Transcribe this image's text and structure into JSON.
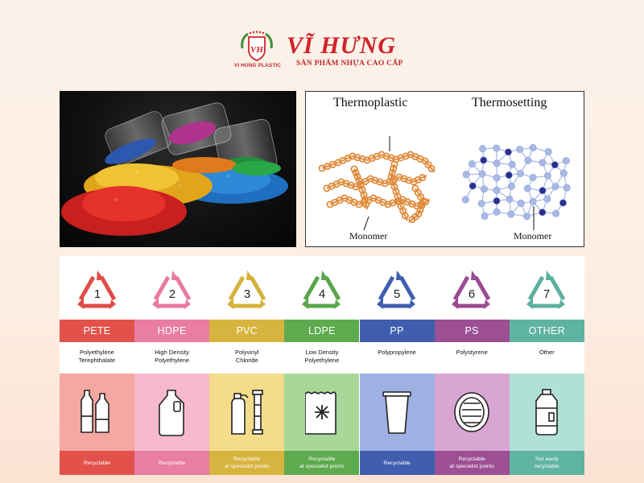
{
  "header": {
    "brand": "VĨ HƯNG",
    "tagline": "SẢN PHẨM NHỰA CAO CẤP",
    "logo_caption": "VI HUNG PLASTIC",
    "logo_monogram": "VH",
    "brand_color": "#d2232a"
  },
  "photo": {
    "icon": "plastic-pellets-photo"
  },
  "diagram": {
    "left_title": "Thermoplastic",
    "right_title": "Thermosetting",
    "left_label": "Monomer",
    "right_label": "Monomer",
    "thermoplastic_color": "#e08a3a",
    "thermosetting_color": "#a9b9e6",
    "crosslink_color": "#2b2f8f"
  },
  "codes": [
    {
      "number": "1",
      "code": "PETE",
      "name_line1": "Polyethylene",
      "name_line2": "Terephthalate",
      "status_line1": "Recyclable",
      "status_line2": "",
      "symbol_color": "#e04c46",
      "bar_color": "#e2524a",
      "illus_bg": "#f6a7a1",
      "status_bg": "#e2524a",
      "icon": "bottles-icon"
    },
    {
      "number": "2",
      "code": "HDPE",
      "name_line1": "High Density",
      "name_line2": "Polyethylene",
      "status_line1": "Recyclable",
      "status_line2": "",
      "symbol_color": "#e87aa0",
      "bar_color": "#e97da4",
      "illus_bg": "#f6b9cf",
      "status_bg": "#e97da4",
      "icon": "jug-icon"
    },
    {
      "number": "3",
      "code": "PVC",
      "name_line1": "Polyvinyl",
      "name_line2": "Chloride",
      "status_line1": "Recyclable",
      "status_line2": "at specialist points",
      "symbol_color": "#d6b23a",
      "bar_color": "#d7b43f",
      "illus_bg": "#f4dc8a",
      "status_bg": "#d7b43f",
      "icon": "spray-pipe-icon"
    },
    {
      "number": "4",
      "code": "LDPE",
      "name_line1": "Low Density",
      "name_line2": "Polyethylene",
      "status_line1": "Recyclable",
      "status_line2": "at specialist points",
      "symbol_color": "#5aa54c",
      "bar_color": "#5daa4f",
      "illus_bg": "#a7d89a",
      "status_bg": "#5daa4f",
      "icon": "bag-icon"
    },
    {
      "number": "5",
      "code": "PP",
      "name_line1": "Polypropylene",
      "name_line2": "",
      "status_line1": "Recyclable",
      "status_line2": "",
      "symbol_color": "#3f5fb0",
      "bar_color": "#3f5eae",
      "illus_bg": "#9fb0e3",
      "status_bg": "#3f5eae",
      "icon": "cup-icon"
    },
    {
      "number": "6",
      "code": "PS",
      "name_line1": "Polystyrene",
      "name_line2": "",
      "status_line1": "Recyclable",
      "status_line2": "at specialist points",
      "symbol_color": "#9b4a93",
      "bar_color": "#9c4f95",
      "illus_bg": "#d9a6d4",
      "status_bg": "#9c4f95",
      "icon": "lid-icon"
    },
    {
      "number": "7",
      "code": "OTHER",
      "name_line1": "Other",
      "name_line2": "",
      "status_line1": "Not easly",
      "status_line2": "recyclable",
      "symbol_color": "#5cb0a0",
      "bar_color": "#5fb3a1",
      "illus_bg": "#b1e0d6",
      "status_bg": "#5fb3a1",
      "icon": "water-jug-icon"
    }
  ]
}
